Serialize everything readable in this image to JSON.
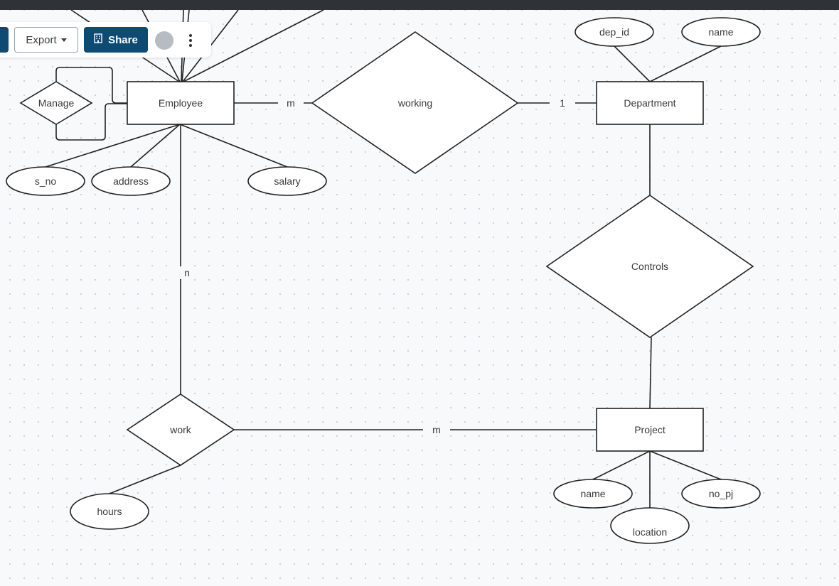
{
  "toolbar": {
    "export_label": "Export",
    "share_label": "Share",
    "avatar_color": "#b6bcc2",
    "accent_color": "#0d4b73"
  },
  "diagram": {
    "entities": {
      "employee": "Employee",
      "department": "Department",
      "project": "Project"
    },
    "relationships": {
      "manage": "Manage",
      "working": "working",
      "controls": "Controls",
      "work": "work"
    },
    "attributes": {
      "s_no": "s_no",
      "address": "address",
      "salary": "salary",
      "dep_id": "dep_id",
      "dept_name": "name",
      "hours": "hours",
      "proj_name": "name",
      "location": "location",
      "no_pj": "no_pj"
    },
    "cardinality": {
      "employee_working": "m",
      "working_department": "1",
      "employee_work": "n",
      "work_project": "m"
    }
  }
}
